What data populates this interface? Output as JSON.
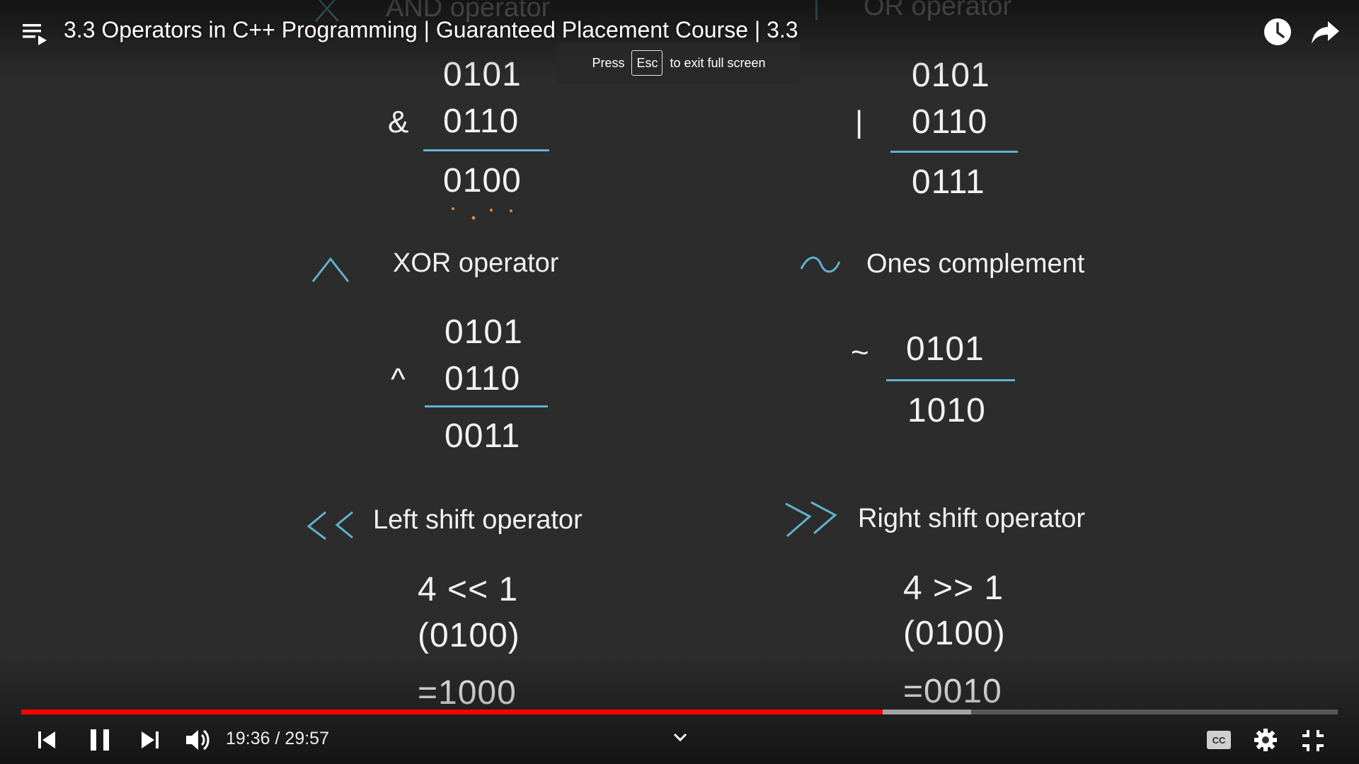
{
  "video": {
    "title": "3.3 Operators in C++ Programming | Guaranteed Placement Course | 3.3",
    "current_time": "19:36",
    "separator": "/",
    "duration": "29:57",
    "played_fraction": 0.6545,
    "buffered_fraction": 0.7213
  },
  "toast": {
    "press": "Press",
    "key": "Esc",
    "message": "to exit full screen"
  },
  "icons": {
    "playlist": "playlist-icon",
    "watch_later": "clock-icon",
    "share": "share-arrow-icon",
    "previous": "skip-previous-icon",
    "pause": "pause-icon",
    "next": "skip-next-icon",
    "volume": "volume-icon",
    "chevron": "chevron-down-icon",
    "captions": "closed-captions-icon",
    "settings": "gear-icon",
    "exit_fullscreen": "exit-fullscreen-icon"
  },
  "colors": {
    "background": "#2c2c2c",
    "accent_lines": "#5fb3cf",
    "progress_played": "#ff0000",
    "doodle": "#e08a3c"
  },
  "slide": {
    "and": {
      "title": "AND operator",
      "sign": "&",
      "a": "0101",
      "b": "0110",
      "result": "0100"
    },
    "or": {
      "title": "OR operator",
      "sign": "|",
      "a": "0101",
      "b": "0110",
      "result": "0111"
    },
    "xor": {
      "title": "XOR operator",
      "sign": "^",
      "a": "0101",
      "b": "0110",
      "result": "0011"
    },
    "ones": {
      "title": "Ones complement",
      "sign": "~",
      "a": "0101",
      "result": "1010"
    },
    "left_shift": {
      "title": "Left shift operator",
      "expr": "4 << 1",
      "binary": "(0100)",
      "result": "=1000"
    },
    "right_shift": {
      "title": "Right shift operator",
      "expr": "4 >> 1",
      "binary": "(0100)",
      "result": "=0010"
    }
  }
}
